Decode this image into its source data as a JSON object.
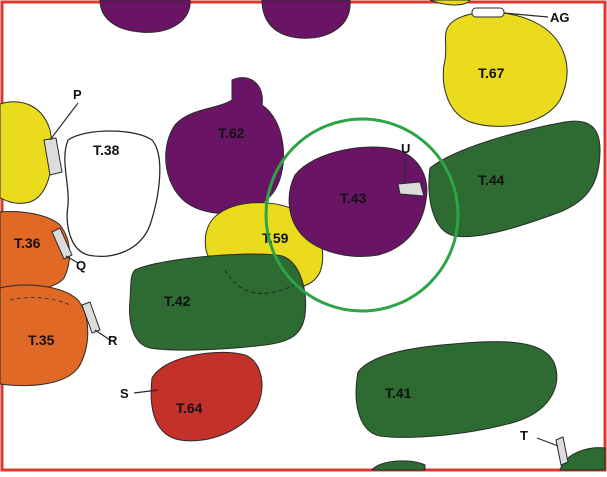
{
  "colors": {
    "frame": "#e0382e",
    "purple": "#6a1466",
    "green": "#2e6b32",
    "yellow": "#eadb1c",
    "orange": "#e06a25",
    "red": "#c4302a",
    "circle": "#2da446",
    "white": "#ffffff",
    "outline": "#2a2a2a"
  },
  "shapes": {
    "t67": "T.67",
    "t62": "T.62",
    "t38_right": "T.38",
    "t43": "T.43",
    "t44": "T.44",
    "t59": "T.59",
    "t42": "T.42",
    "t36": "T.36",
    "t35": "T.35",
    "t64": "T.64",
    "t41": "T.41"
  },
  "pointers": {
    "ag": "AG",
    "p": "P",
    "u": "U",
    "q": "Q",
    "r": "R",
    "s": "S",
    "t": "T"
  }
}
